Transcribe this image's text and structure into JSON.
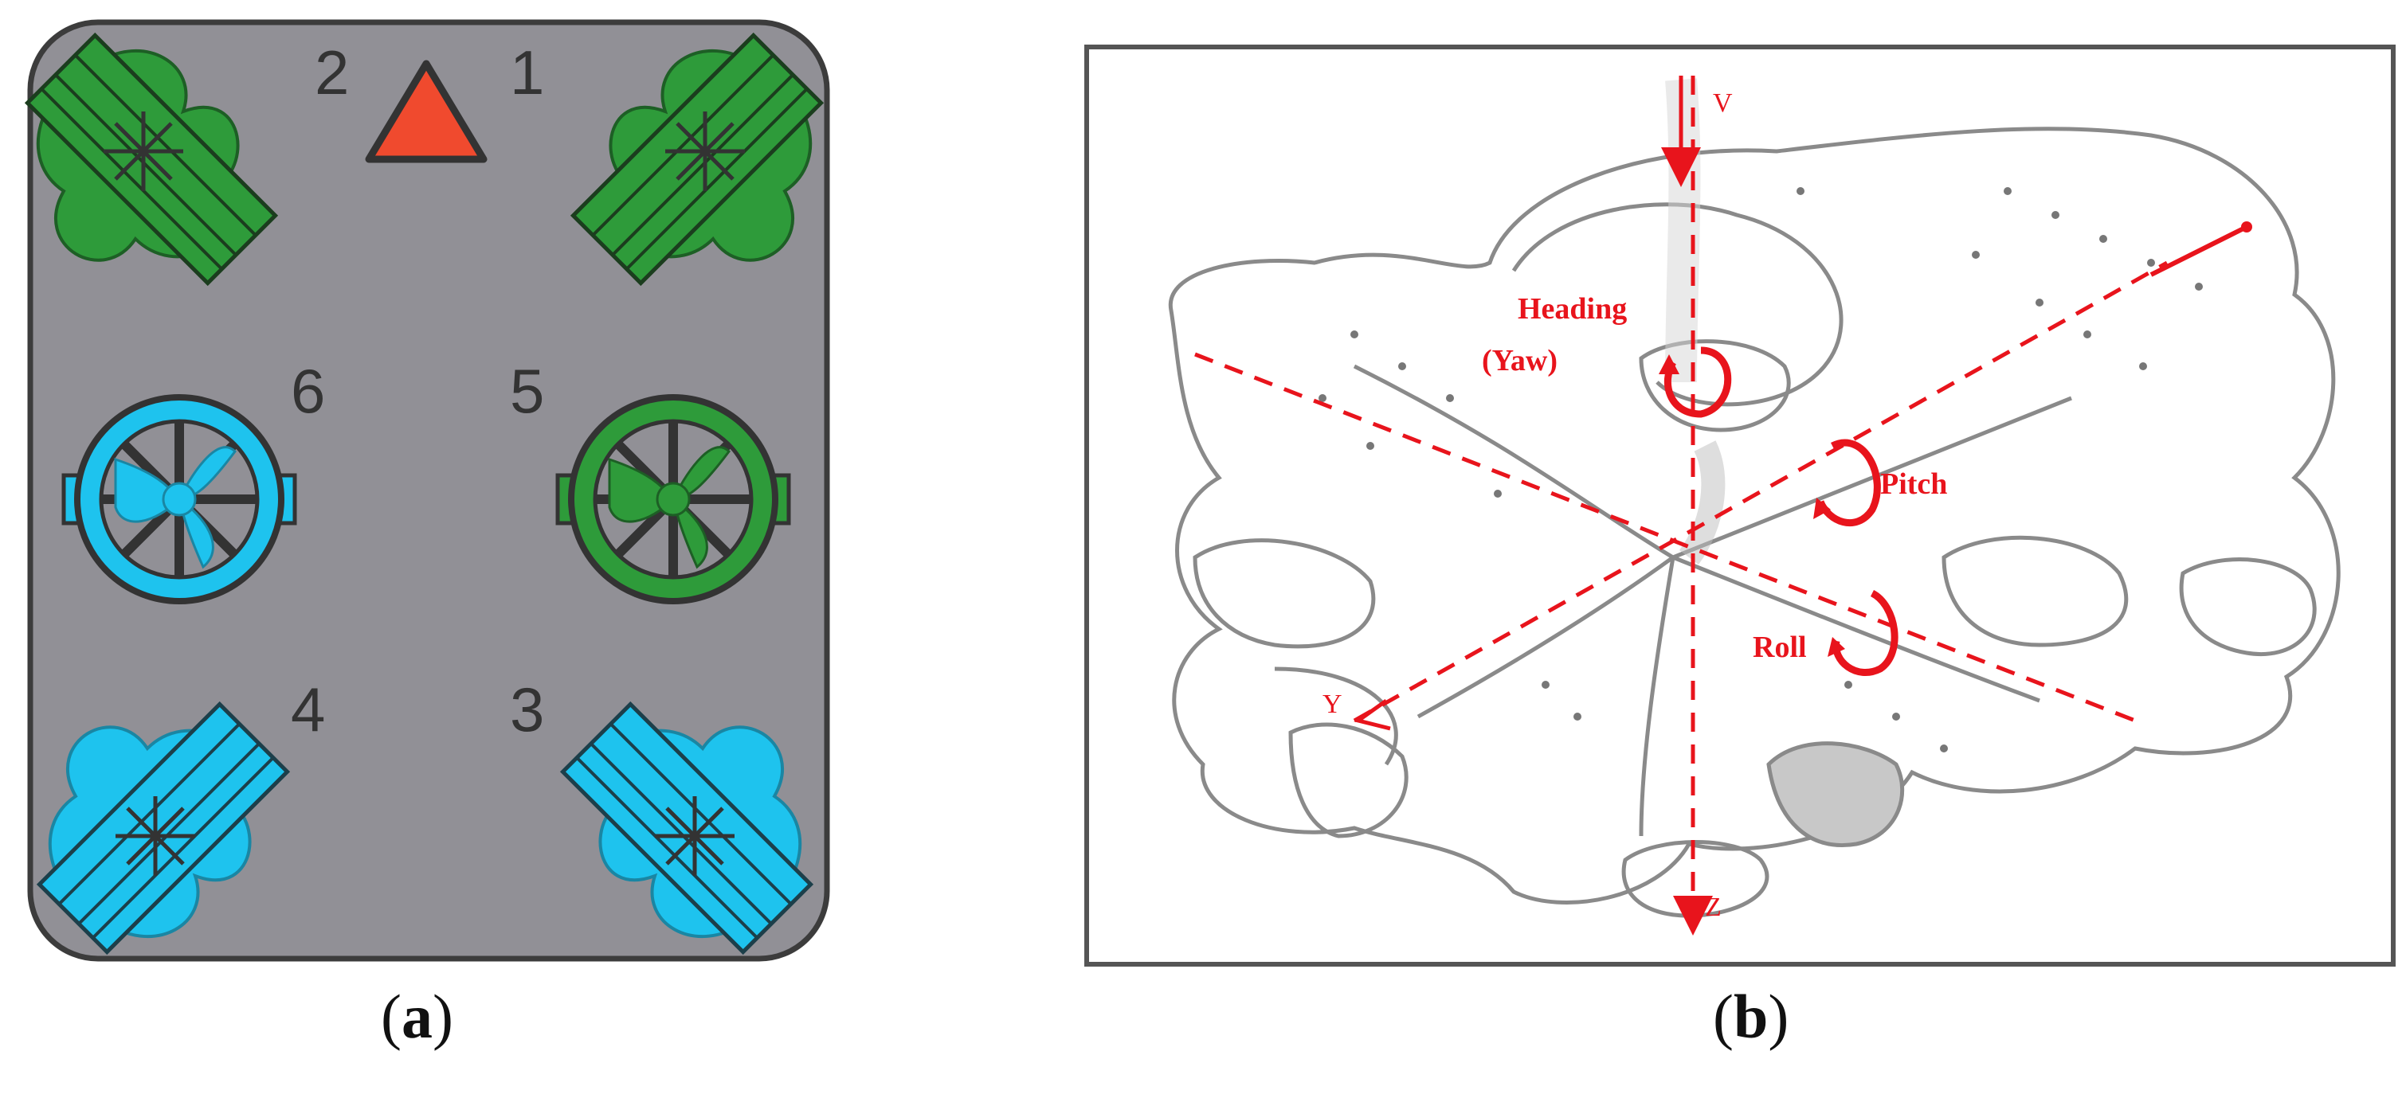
{
  "panel_a": {
    "caption_letter": "a",
    "thrusters": [
      {
        "number": "1",
        "type": "vertical-propeller",
        "color": "#2e9b3a"
      },
      {
        "number": "2",
        "type": "vertical-propeller",
        "color": "#2e9b3a"
      },
      {
        "number": "3",
        "type": "vertical-propeller",
        "color": "#1ec3ee"
      },
      {
        "number": "4",
        "type": "vertical-propeller",
        "color": "#1ec3ee"
      },
      {
        "number": "5",
        "type": "horizontal-ducted-thruster",
        "color": "#2e9b3a"
      },
      {
        "number": "6",
        "type": "horizontal-ducted-thruster",
        "color": "#1ec3ee"
      }
    ],
    "heading_marker": "triangle-up-icon",
    "body_color": "#919096",
    "marker_color": "#f04a2e"
  },
  "panel_b": {
    "caption_letter": "b",
    "labels": {
      "heading": "Heading",
      "yaw": "(Yaw)",
      "pitch": "Pitch",
      "roll": "Roll",
      "axis_top": "V",
      "axis_bottom": "Z",
      "axis_left": "Y"
    },
    "annotation_color": "#e8141c"
  }
}
